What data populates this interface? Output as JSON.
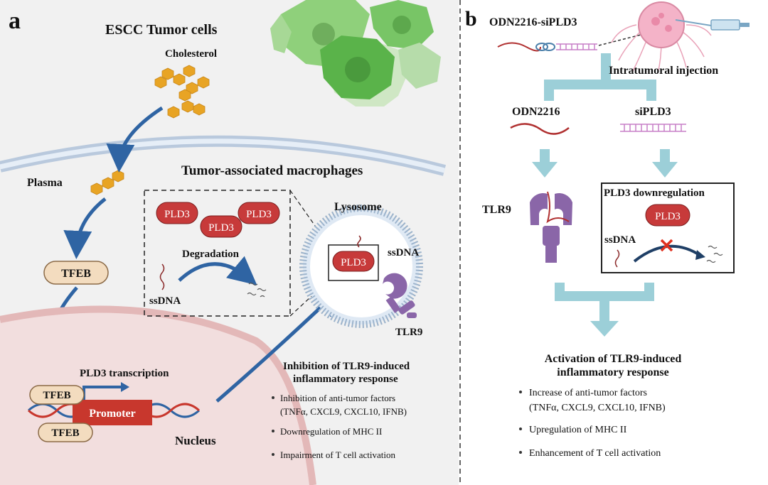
{
  "panel_a": {
    "letter": "a",
    "title": "ESCC Tumor cells",
    "cholesterol": "Cholesterol",
    "plasma": "Plasma",
    "tfeb": "TFEB",
    "tam_title": "Tumor-associated macrophages",
    "pld3": "PLD3",
    "degradation": "Degradation",
    "ssdna": "ssDNA",
    "lysosome": "Lysosome",
    "tlr9": "TLR9",
    "pld3_transcription": "PLD3 transcription",
    "promoter": "Promoter",
    "nucleus": "Nucleus",
    "inhibition_title_1": "Inhibition of TLR9-induced",
    "inhibition_title_2": "inflammatory response",
    "bullets": [
      "Inhibition of anti-tumor  factors",
      "(TNFα,  CXCL9, CXCL10, IFNB)",
      "Downregulation of MHC II",
      "Impairment of T cell activation"
    ]
  },
  "panel_b": {
    "letter": "b",
    "construct": "ODN2216-siPLD3",
    "injection": "Intratumoral injection",
    "odn": "ODN2216",
    "sipld3": "siPLD3",
    "tlr9": "TLR9",
    "pld3_down": "PLD3 downregulation",
    "pld3": "PLD3",
    "ssdna": "ssDNA",
    "activation_title_1": "Activation of TLR9-induced",
    "activation_title_2": "inflammatory response",
    "bullets": [
      "Increase of anti-tumor  factors",
      "(TNFα,  CXCL9, CXCL10, IFNB)",
      "Upregulation of MHC II",
      "Enhancement of T cell activation"
    ]
  },
  "colors": {
    "background_a": "#f1f1f1",
    "arrow_blue": "#2f64a3",
    "pld3_red": "#c73a3a",
    "promoter_red": "#c8372d",
    "tfeb_fill": "#f3dcbf",
    "cholesterol": "#e8a424",
    "tumor_green": "#6fbf5e",
    "light_blue_arrow": "#9ccfd8",
    "tlr9_purple": "#8a66a8",
    "nucleus_pink": "#f2dede"
  }
}
